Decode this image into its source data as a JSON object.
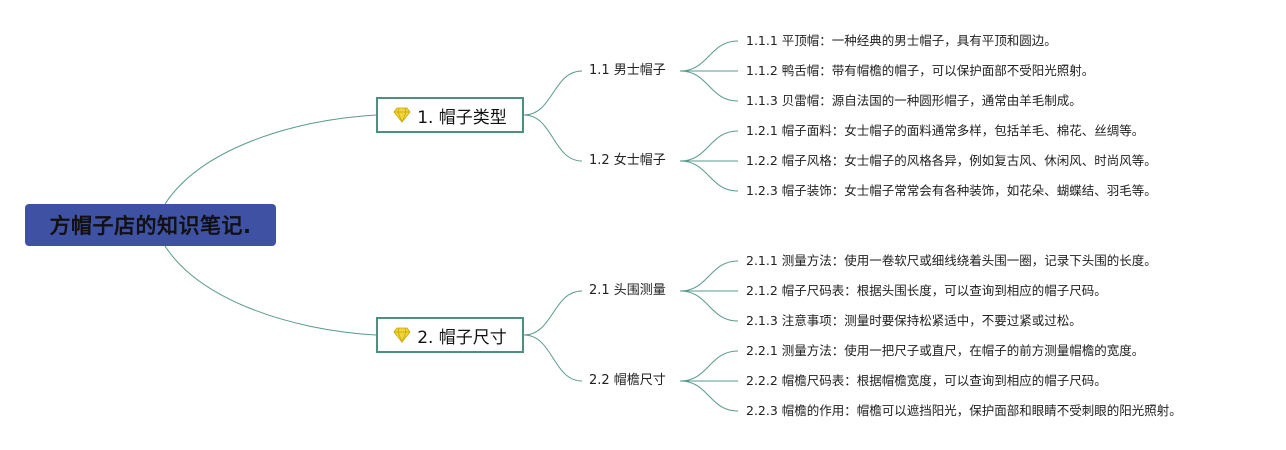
{
  "mindmap": {
    "root": {
      "label": "方帽子店的知识笔记."
    },
    "branches": [
      {
        "label": "1. 帽子类型",
        "icon": "gem-icon",
        "children": [
          {
            "label": "1.1 男士帽子",
            "children": [
              "1.1.1 平顶帽：一种经典的男士帽子，具有平顶和圆边。",
              "1.1.2 鸭舌帽：带有帽檐的帽子，可以保护面部不受阳光照射。",
              "1.1.3 贝雷帽：源自法国的一种圆形帽子，通常由羊毛制成。"
            ]
          },
          {
            "label": "1.2 女士帽子",
            "children": [
              "1.2.1 帽子面料：女士帽子的面料通常多样，包括羊毛、棉花、丝绸等。",
              "1.2.2 帽子风格：女士帽子的风格各异，例如复古风、休闲风、时尚风等。",
              "1.2.3 帽子装饰：女士帽子常常会有各种装饰，如花朵、蝴蝶结、羽毛等。"
            ]
          }
        ]
      },
      {
        "label": "2. 帽子尺寸",
        "icon": "gem-icon",
        "children": [
          {
            "label": "2.1 头围测量",
            "children": [
              "2.1.1 测量方法：使用一卷软尺或细线绕着头围一圈，记录下头围的长度。",
              "2.1.2 帽子尺码表：根据头围长度，可以查询到相应的帽子尺码。",
              "2.1.3 注意事项：测量时要保持松紧适中，不要过紧或过松。"
            ]
          },
          {
            "label": "2.2 帽檐尺寸",
            "children": [
              "2.2.1 测量方法：使用一把尺子或直尺，在帽子的前方测量帽檐的宽度。",
              "2.2.2 帽檐尺码表：根据帽檐宽度，可以查询到相应的帽子尺码。",
              "2.2.3 帽檐的作用：帽檐可以遮挡阳光，保护面部和眼睛不受刺眼的阳光照射。"
            ]
          }
        ]
      }
    ]
  },
  "colors": {
    "root_fill": "#3f51a3",
    "connector": "#5a9a8c",
    "node_border": "#4f8f82",
    "gem": "#f2d43c"
  }
}
